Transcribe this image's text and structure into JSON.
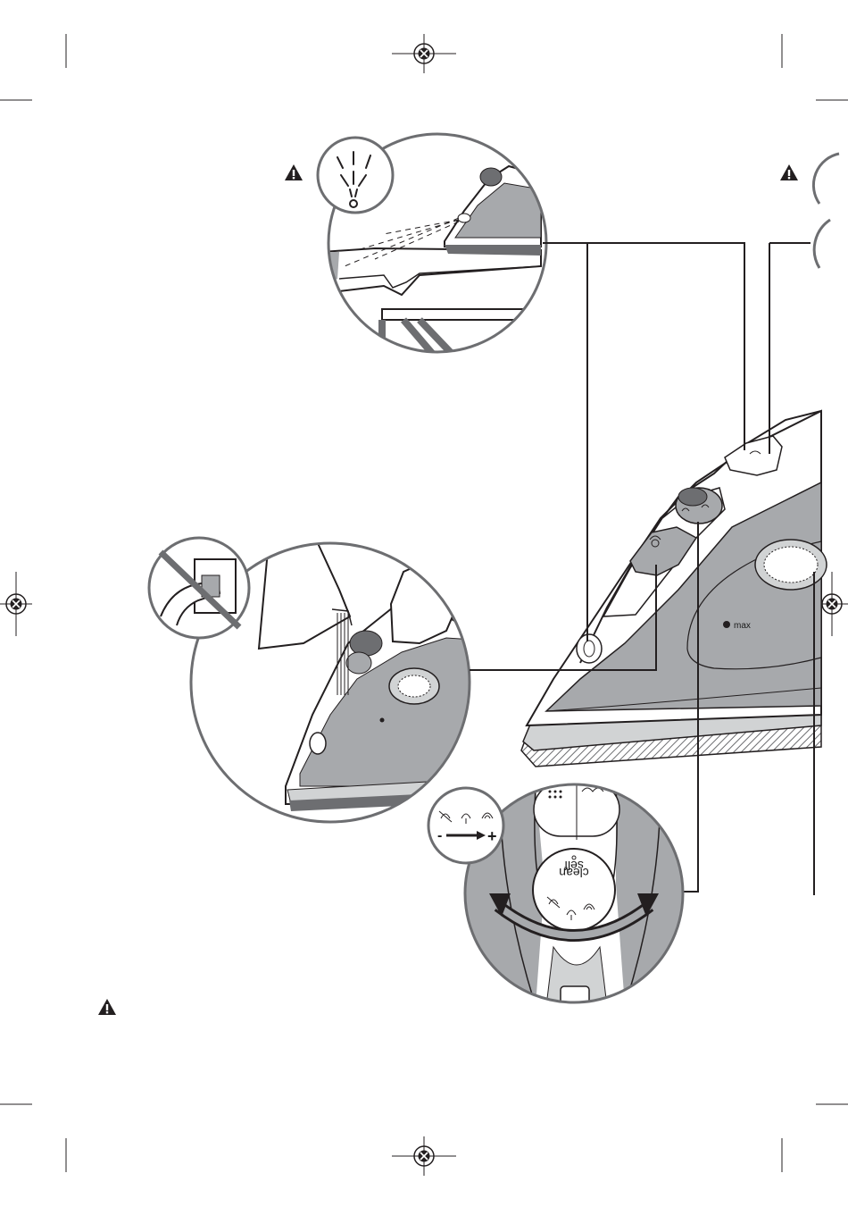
{
  "iron": {
    "soleplate_label": "max"
  },
  "selector_dial": {
    "line1": "self",
    "line2": "clean",
    "minus": "-",
    "plus": "+"
  },
  "icons": [
    "warning-icon",
    "spray-icon",
    "no-plug-icon",
    "steam-off-icon",
    "steam-low-icon",
    "steam-high-icon",
    "registration-mark-icon"
  ],
  "colors": {
    "line": "#231f20",
    "gray_body": "#a7a9ac",
    "light_gray": "#d1d3d4",
    "dark_gray": "#6d6e71",
    "white": "#ffffff"
  }
}
